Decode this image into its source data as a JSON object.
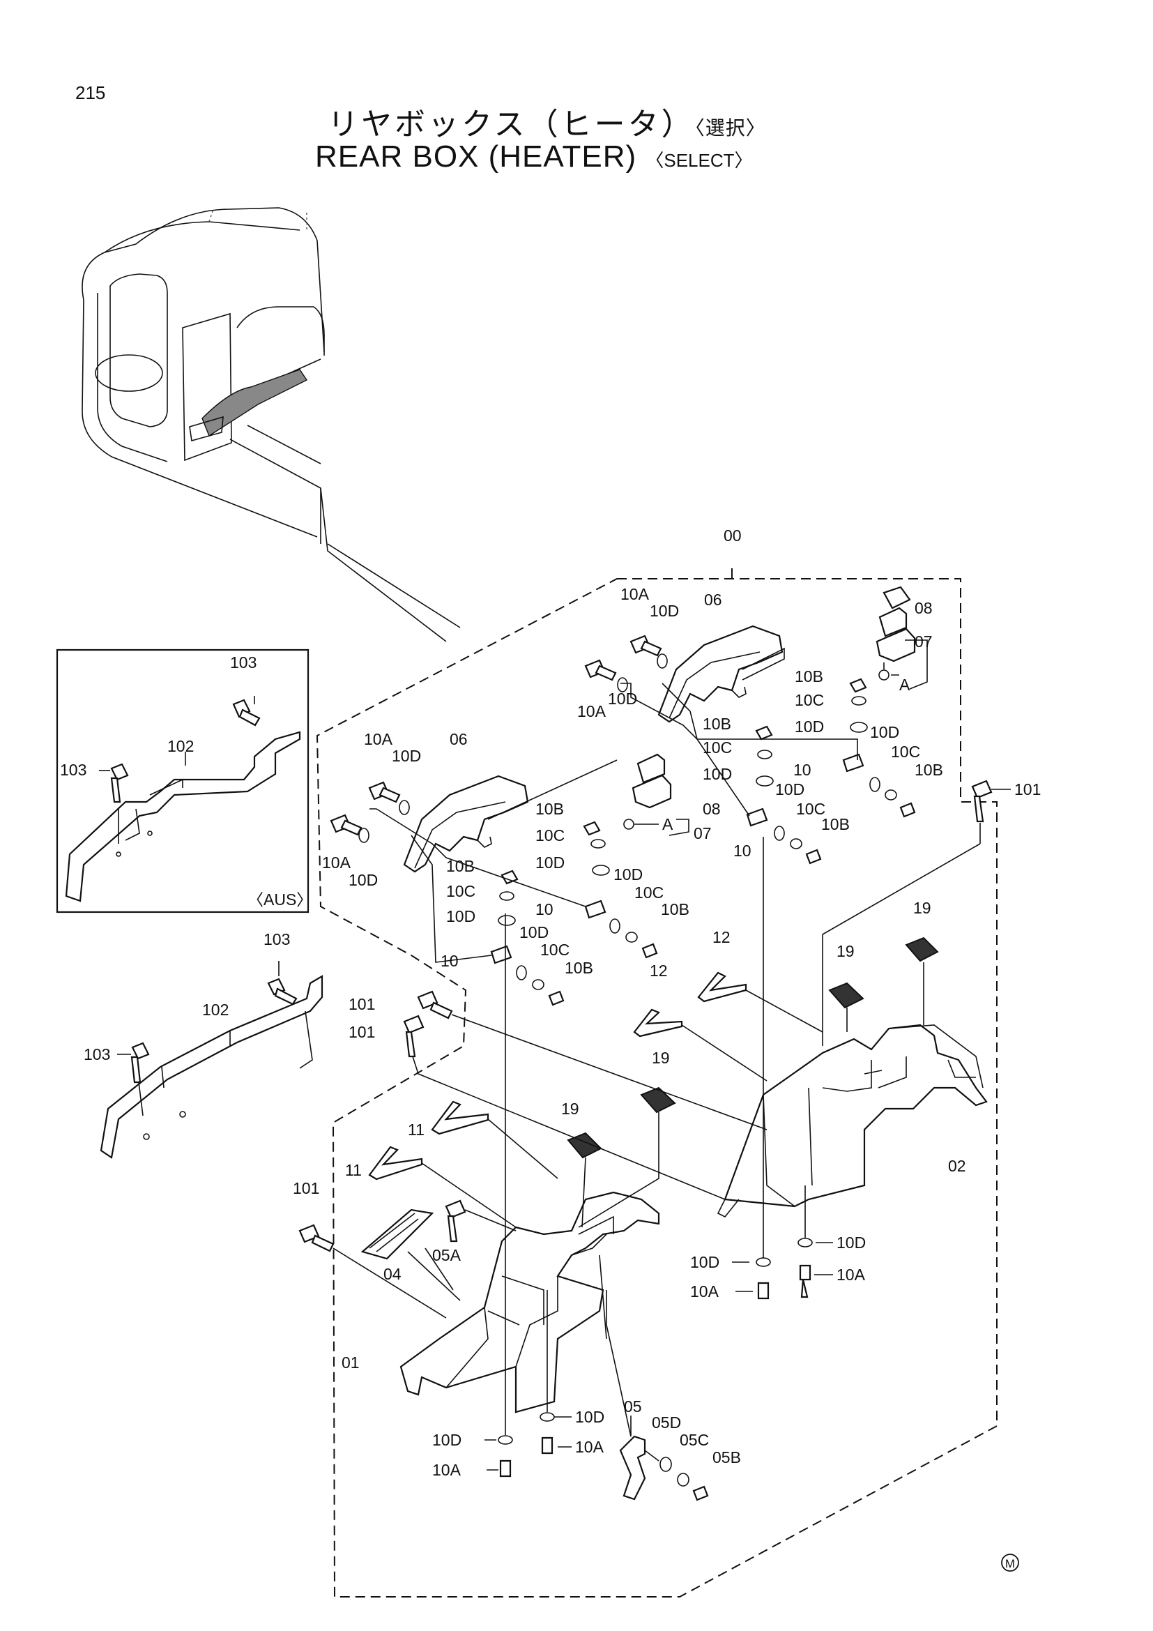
{
  "page_number": "215",
  "title": {
    "jp": "リヤボックス（ヒータ）",
    "jp_select": "〈選択〉",
    "en": "REAR BOX (HEATER)",
    "en_select": "〈SELECT〉"
  },
  "inset_label": "〈AUS〉",
  "footer_mark": "M",
  "callouts": {
    "c00": "00",
    "c01": "01",
    "c02": "02",
    "c04": "04",
    "c05": "05",
    "c05A": "05A",
    "c05B": "05B",
    "c05C": "05C",
    "c05D": "05D",
    "c06": "06",
    "c07": "07",
    "c08": "08",
    "c10": "10",
    "c10A": "10A",
    "c10B": "10B",
    "c10C": "10C",
    "c10D": "10D",
    "c11": "11",
    "c12": "12",
    "c19": "19",
    "c101": "101",
    "c102": "102",
    "c103": "103",
    "cA": "A"
  }
}
